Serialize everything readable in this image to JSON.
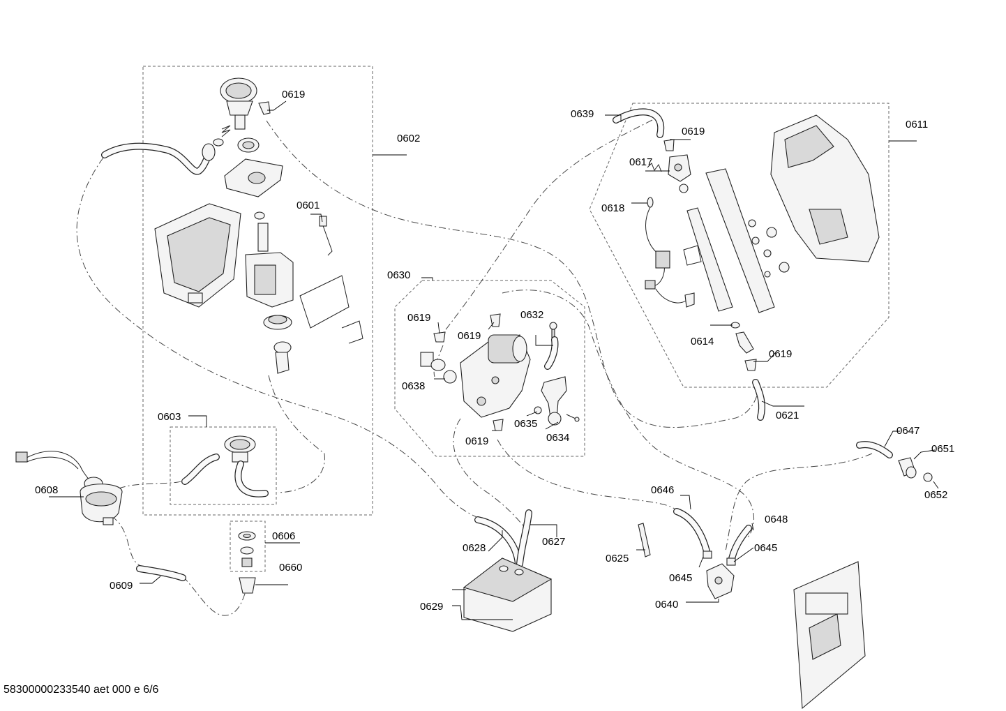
{
  "footer": {
    "document_code": "58300000233540 aet 000 e 6/6"
  },
  "labels": {
    "p0601": "0601",
    "p0602": "0602",
    "p0603": "0603",
    "p0606": "0606",
    "p0608": "0608",
    "p0609": "0609",
    "p0611": "0611",
    "p0614": "0614",
    "p0617": "0617",
    "p0618": "0618",
    "p0619": "0619",
    "p0621": "0621",
    "p0625": "0625",
    "p0627": "0627",
    "p0628": "0628",
    "p0629": "0629",
    "p0630": "0630",
    "p0632": "0632",
    "p0634": "0634",
    "p0635": "0635",
    "p0638": "0638",
    "p0639": "0639",
    "p0640": "0640",
    "p0645": "0645",
    "p0646": "0646",
    "p0647": "0647",
    "p0648": "0648",
    "p0651": "0651",
    "p0652": "0652",
    "p0660": "0660"
  }
}
